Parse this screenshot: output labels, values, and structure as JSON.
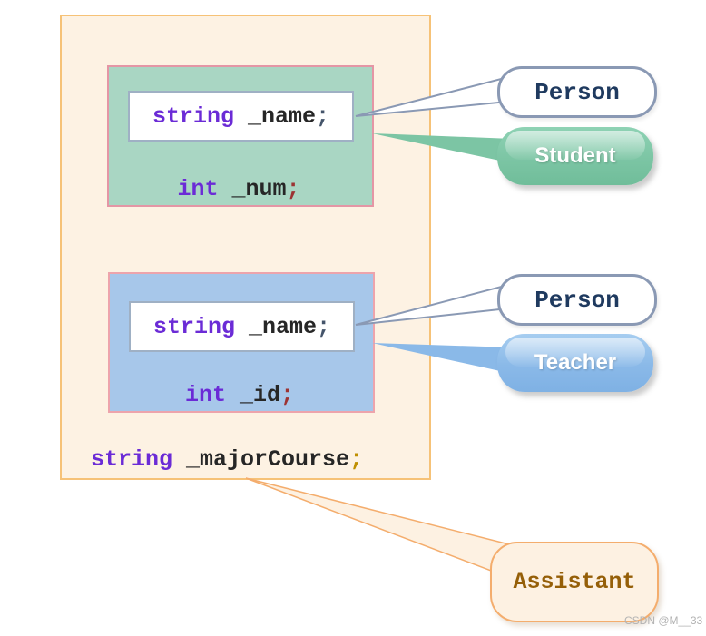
{
  "watermark": "CSDN @M__33",
  "colors": {
    "outer_fill": "#fdf2e3",
    "outer_border": "#f6c277",
    "student_box_fill": "#a9d6c3",
    "student_box_border": "#e496a5",
    "teacher_box_fill": "#a7c7ea",
    "teacher_box_border": "#eda4ac",
    "member_box_border": "#9fb0c4",
    "keyword_color": "#6b2bd6",
    "identifier_color": "#262626",
    "person_bubble_border": "#8a99b4",
    "person_text": "#1f3a5f",
    "student_bubble": "#7cc5a4",
    "teacher_bubble": "#8ab9e8",
    "assistant_fill": "#fdf1e2",
    "assistant_border": "#f4ad6d",
    "assistant_text": "#955f08"
  },
  "student_section": {
    "base_class_label": "Person",
    "derived_class_label": "Student",
    "name_field": {
      "keyword": "string",
      "identifier": " _name",
      "semicolon": ";"
    },
    "num_field": {
      "keyword": "int",
      "identifier": " _num",
      "semicolon": ";"
    }
  },
  "teacher_section": {
    "base_class_label": "Person",
    "derived_class_label": "Teacher",
    "name_field": {
      "keyword": "string",
      "identifier": " _name",
      "semicolon": ";"
    },
    "id_field": {
      "keyword": "int",
      "identifier": " _id",
      "semicolon": ";"
    }
  },
  "assistant_section": {
    "class_label": "Assistant",
    "major_course_field": {
      "keyword": "string",
      "identifier": " _majorCourse",
      "semicolon": ";"
    }
  }
}
